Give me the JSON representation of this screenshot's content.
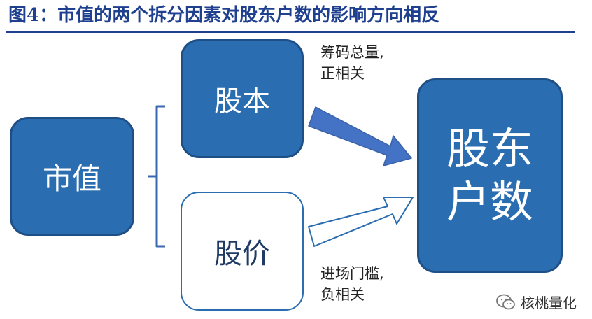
{
  "title": "图4：市值的两个拆分因素对股东户数的影响方向相反",
  "nodes": {
    "market_cap": "市值",
    "share_capital": "股本",
    "share_price": "股价",
    "shareholder_count": "股东户数"
  },
  "edges": {
    "share_capital_to_holders": "筹码总量,\n正相关",
    "share_price_to_holders": "进场门槛,\n负相关"
  },
  "colors": {
    "title": "#1f3f8f",
    "box_fill": "#2a6db0",
    "box_border": "#1e4f86",
    "arrow_fill": "#4472c4"
  },
  "watermark": {
    "icon": "wechat-icon",
    "text": "核桃量化"
  }
}
